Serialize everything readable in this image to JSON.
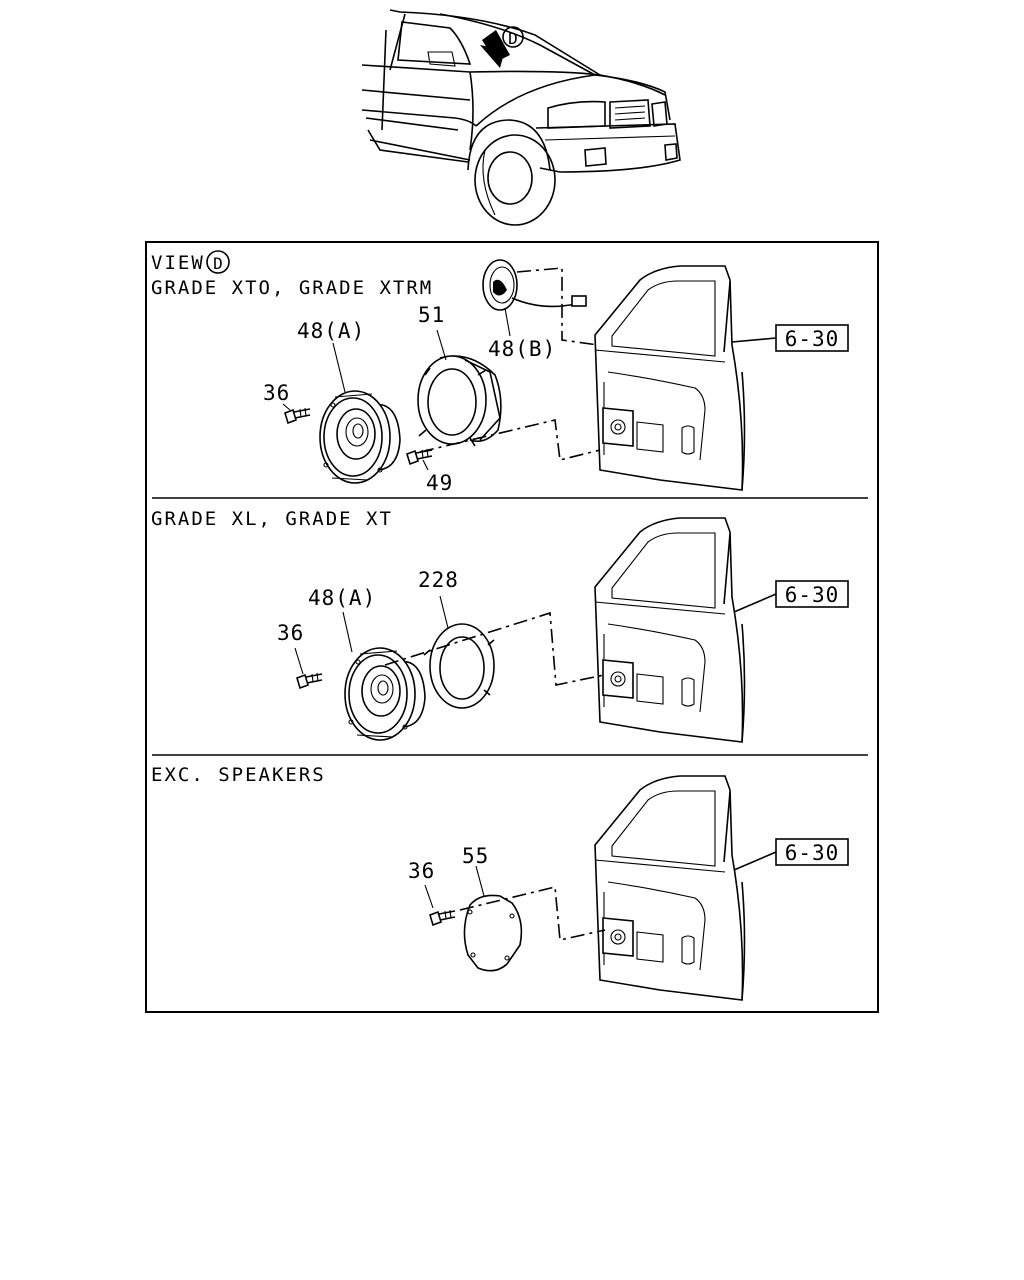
{
  "view_callout": "D",
  "sections": [
    {
      "header_view": "VIEW",
      "header_view_marker": "D",
      "header": "GRADE XTO, GRADE XTRM",
      "ref": "6-30",
      "labels": {
        "speaker_a": "48(A)",
        "bracket": "51",
        "speaker_b": "48(B)",
        "screw": "36",
        "screw2": "49"
      }
    },
    {
      "header": "GRADE XL, GRADE XT",
      "ref": "6-30",
      "labels": {
        "speaker_a": "48(A)",
        "bracket": "228",
        "screw": "36"
      }
    },
    {
      "header": "EXC. SPEAKERS",
      "ref": "6-30",
      "labels": {
        "cover": "55",
        "screw": "36"
      }
    }
  ]
}
